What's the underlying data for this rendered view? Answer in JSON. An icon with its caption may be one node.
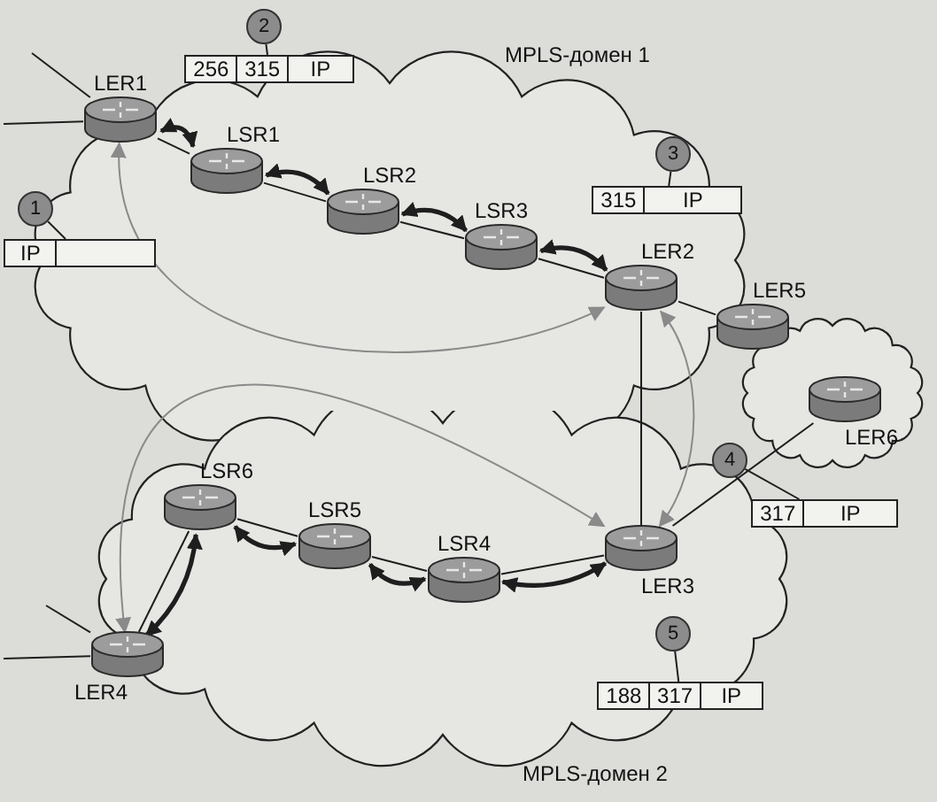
{
  "diagram": {
    "nodes": [
      {
        "text": [
          "MPLS-домен 1"
        ]
      },
      {
        "text": [
          "MPLS-домен 2"
        ]
      },
      {
        "text": [],
        "shape": "cloud"
      },
      {
        "text": [
          "LER1"
        ]
      },
      {
        "text": [
          "LSR1"
        ],
        "in": 0
      },
      {
        "text": [
          "LSR2"
        ],
        "in": 0
      },
      {
        "text": [
          "LSR3"
        ],
        "in": 0
      },
      {
        "text": [
          "LER2"
        ],
        "in": 0
      },
      {
        "text": [
          "LER5"
        ]
      },
      {
        "text": [
          "LER6"
        ],
        "in": 2
      },
      {
        "text": [
          "LSR6"
        ],
        "in": 1
      },
      {
        "text": [
          "LSR5"
        ],
        "in": 1
      },
      {
        "text": [
          "LSR4"
        ],
        "in": 1
      },
      {
        "text": [
          "LER3"
        ],
        "in": 1
      },
      {
        "text": [
          "LER4"
        ]
      },
      {
        "text": [
          "1"
        ]
      },
      {
        "text": [
          "IP"
        ]
      },
      {
        "text": [
          "2"
        ]
      },
      {
        "text": [
          "256",
          "315",
          "IP"
        ]
      },
      {
        "text": [
          "3"
        ],
        "in": 0
      },
      {
        "text": [
          "315",
          "IP"
        ],
        "in": 0
      },
      {
        "text": [
          "4"
        ]
      },
      {
        "text": [
          "317",
          "IP"
        ]
      },
      {
        "text": [
          "5"
        ],
        "in": 1
      },
      {
        "text": [
          "188",
          "317",
          "IP"
        ],
        "in": 1
      }
    ],
    "edges": [
      {
        "from": null,
        "to": 3,
        "arrow": "none"
      },
      {
        "from": null,
        "to": 3,
        "arrow": "none"
      },
      {
        "from": 3,
        "to": 4,
        "arrow": "none"
      },
      {
        "from": 4,
        "to": 5,
        "arrow": "none"
      },
      {
        "from": 5,
        "to": 6,
        "arrow": "none"
      },
      {
        "from": 6,
        "to": 7,
        "arrow": "none"
      },
      {
        "from": 7,
        "to": 8,
        "arrow": "none"
      },
      {
        "from": 7,
        "to": 13,
        "arrow": "none"
      },
      {
        "from": 13,
        "to": 9,
        "arrow": "none"
      },
      {
        "from": null,
        "to": 14,
        "arrow": "none"
      },
      {
        "from": null,
        "to": 14,
        "arrow": "none"
      },
      {
        "from": 14,
        "to": 10,
        "arrow": "none"
      },
      {
        "from": 10,
        "to": 11,
        "arrow": "none"
      },
      {
        "from": 11,
        "to": 12,
        "arrow": "none"
      },
      {
        "from": 12,
        "to": 13,
        "arrow": "none"
      },
      {
        "from": 3,
        "to": 4,
        "arrow": "both",
        "style": "thick"
      },
      {
        "from": 4,
        "to": 5,
        "arrow": "both",
        "style": "thick"
      },
      {
        "from": 5,
        "to": 6,
        "arrow": "both",
        "style": "thick"
      },
      {
        "from": 6,
        "to": 7,
        "arrow": "both",
        "style": "thick"
      },
      {
        "from": 14,
        "to": 10,
        "arrow": "both",
        "style": "thick"
      },
      {
        "from": 10,
        "to": 11,
        "arrow": "both",
        "style": "thick"
      },
      {
        "from": 11,
        "to": 12,
        "arrow": "both",
        "style": "thick"
      },
      {
        "from": 12,
        "to": 13,
        "arrow": "both",
        "style": "thick"
      },
      {
        "from": 3,
        "to": 7,
        "arrow": "both",
        "color": "#8a8a8a"
      },
      {
        "from": 14,
        "to": 13,
        "arrow": "both",
        "color": "#8a8a8a"
      },
      {
        "from": 7,
        "to": 13,
        "arrow": "both",
        "color": "#8a8a8a"
      },
      {
        "from": 15,
        "to": 16,
        "arrow": "none"
      },
      {
        "from": 17,
        "to": 18,
        "arrow": "none"
      },
      {
        "from": 19,
        "to": 20,
        "arrow": "none"
      },
      {
        "from": 21,
        "to": 22,
        "arrow": "none"
      },
      {
        "from": 23,
        "to": 24,
        "arrow": "none"
      }
    ]
  }
}
